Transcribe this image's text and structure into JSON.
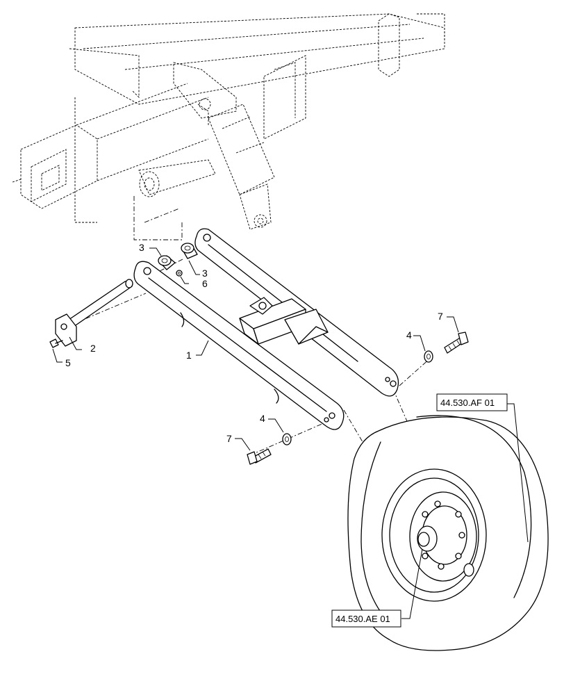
{
  "callouts": {
    "c1": "1",
    "c2": "2",
    "c3a": "3",
    "c3b": "3",
    "c4a": "4",
    "c4b": "4",
    "c5": "5",
    "c6": "6",
    "c7a": "7",
    "c7b": "7"
  },
  "references": {
    "wheel_assembly": "44.530.AF 01",
    "hub_assembly": "44.530.AE 01"
  }
}
